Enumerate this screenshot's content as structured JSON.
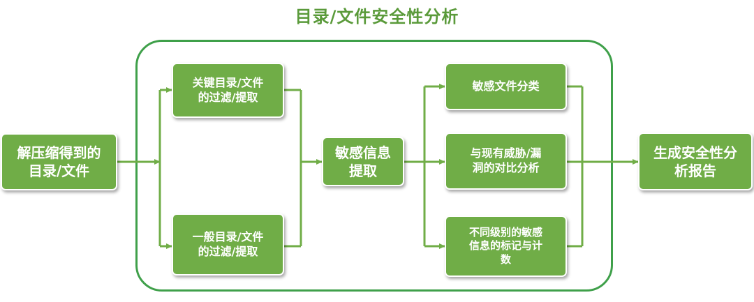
{
  "title": "目录/文件安全性分析",
  "nodes": {
    "input": "解压缩得到的\n目录/文件",
    "key_filter": "关键目录/文件\n的过滤/提取",
    "general_filter": "一般目录/文件\n的过滤/提取",
    "sensitive_extract": "敏感信息\n提取",
    "classify": "敏感文件分类",
    "threat_compare": "与现有威胁/漏\n洞的对比分析",
    "level_mark": "不同级别的敏感\n信息的标记与计\n数",
    "report": "生成安全性分\n析报告"
  },
  "colors": {
    "node_fill": "#70ad47",
    "line": "#70ad47",
    "frame": "#3fa04a",
    "title": "#5a9a3a"
  }
}
